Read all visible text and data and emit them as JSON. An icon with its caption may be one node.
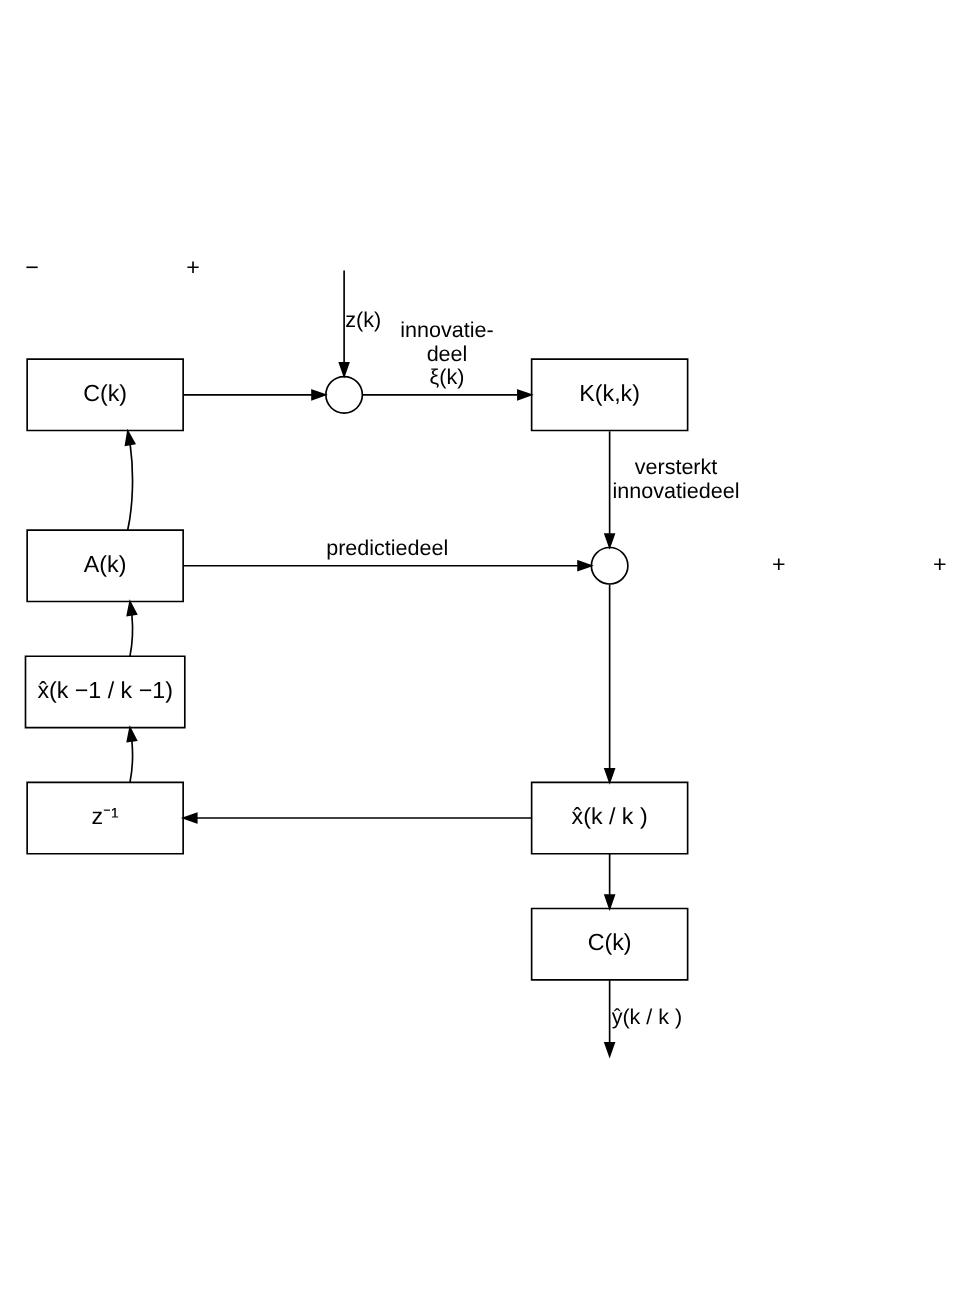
{
  "diagram": {
    "nodes": [
      {
        "text": [
          "C(k)"
        ]
      },
      {
        "text": [],
        "shape": "circle"
      },
      {
        "text": [
          "K(k,k)"
        ]
      },
      {
        "text": [
          "A(k)"
        ]
      },
      {
        "text": [],
        "shape": "circle"
      },
      {
        "text": [
          "x̂(k −1 / k −1)"
        ]
      },
      {
        "text": [
          "z⁻¹"
        ]
      },
      {
        "text": [
          "x̂(k / k )"
        ]
      },
      {
        "text": [
          "C(k)"
        ]
      }
    ],
    "edges": [
      {
        "from": null,
        "to": 1,
        "arrow": "to",
        "label": "z(k)"
      },
      {
        "from": 0,
        "to": 1,
        "arrow": "to"
      },
      {
        "from": 1,
        "to": 2,
        "arrow": "to",
        "label": "innovatie- deel ξ(k)"
      },
      {
        "from": 2,
        "to": 4,
        "arrow": "to",
        "label": "versterkt innovatiedeel"
      },
      {
        "from": 3,
        "to": 4,
        "arrow": "to",
        "label": "predictiedeel"
      },
      {
        "from": 4,
        "to": 7,
        "arrow": "to"
      },
      {
        "from": 7,
        "to": 6,
        "arrow": "to"
      },
      {
        "from": 6,
        "to": 5,
        "arrow": "to"
      },
      {
        "from": 5,
        "to": 3,
        "arrow": "to"
      },
      {
        "from": 3,
        "to": 0,
        "arrow": "to"
      },
      {
        "from": 7,
        "to": 8,
        "arrow": "to"
      },
      {
        "from": 8,
        "to": null,
        "arrow": "to",
        "label": "ŷ(k / k )"
      }
    ],
    "labels": [
      "+",
      "−",
      "+",
      "+"
    ]
  }
}
